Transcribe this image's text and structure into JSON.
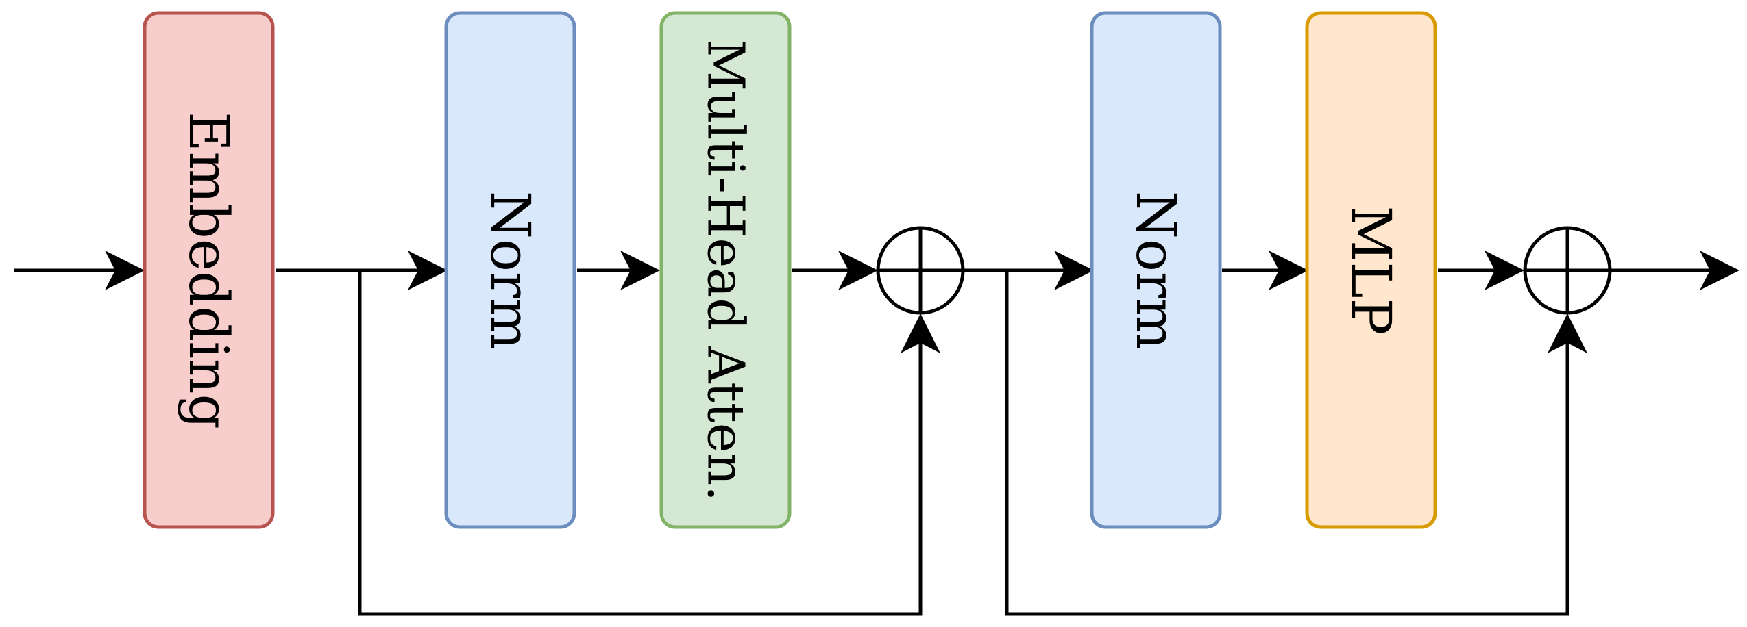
{
  "blocks": [
    {
      "id": "embedding",
      "label": "Embedding",
      "fill": "#f8cecc",
      "stroke": "#b85450"
    },
    {
      "id": "norm-1",
      "label": "Norm",
      "fill": "#dae8fc",
      "stroke": "#6c8ebf"
    },
    {
      "id": "attention",
      "label": "Multi-Head Atten.",
      "fill": "#d5e8d4",
      "stroke": "#82b366"
    },
    {
      "id": "norm-2",
      "label": "Norm",
      "fill": "#dae8fc",
      "stroke": "#6c8ebf"
    },
    {
      "id": "mlp",
      "label": "MLP",
      "fill": "#ffe6cc",
      "stroke": "#d79b00"
    }
  ],
  "operators": [
    {
      "id": "add-1",
      "symbol": "circled-plus"
    },
    {
      "id": "add-2",
      "symbol": "circled-plus"
    }
  ],
  "colors": {
    "line": "#000000",
    "background": "#ffffff"
  }
}
